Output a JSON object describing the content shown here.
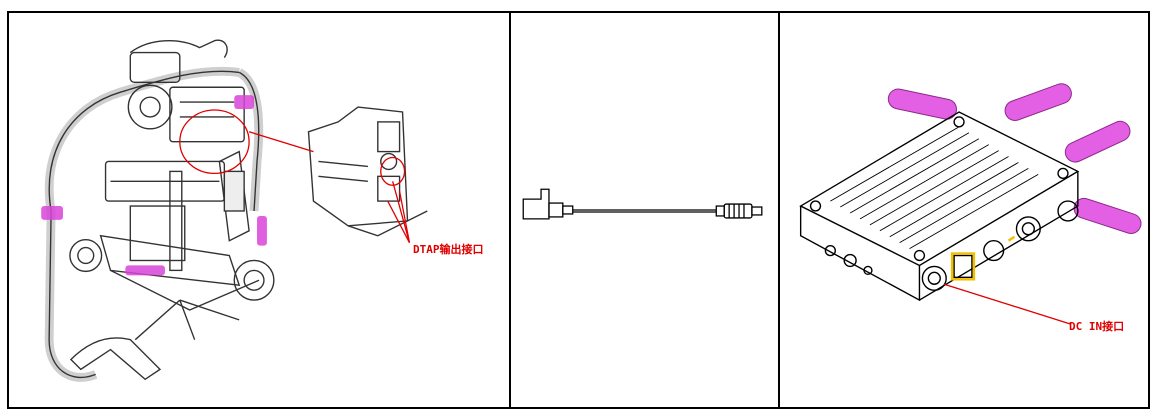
{
  "callouts": {
    "dtap_output": "DTAP输出接口",
    "dc_in": "DC IN接口"
  },
  "colors": {
    "callout_red": "#e00000",
    "handle_magenta": "#d944d9",
    "accent_yellow": "#f0c000",
    "line_black": "#000000"
  },
  "icons": {
    "panel1": "gimbal-stabilizer-drawing",
    "panel2": "dtap-cable-drawing",
    "panel3": "wireless-receiver-drawing"
  }
}
